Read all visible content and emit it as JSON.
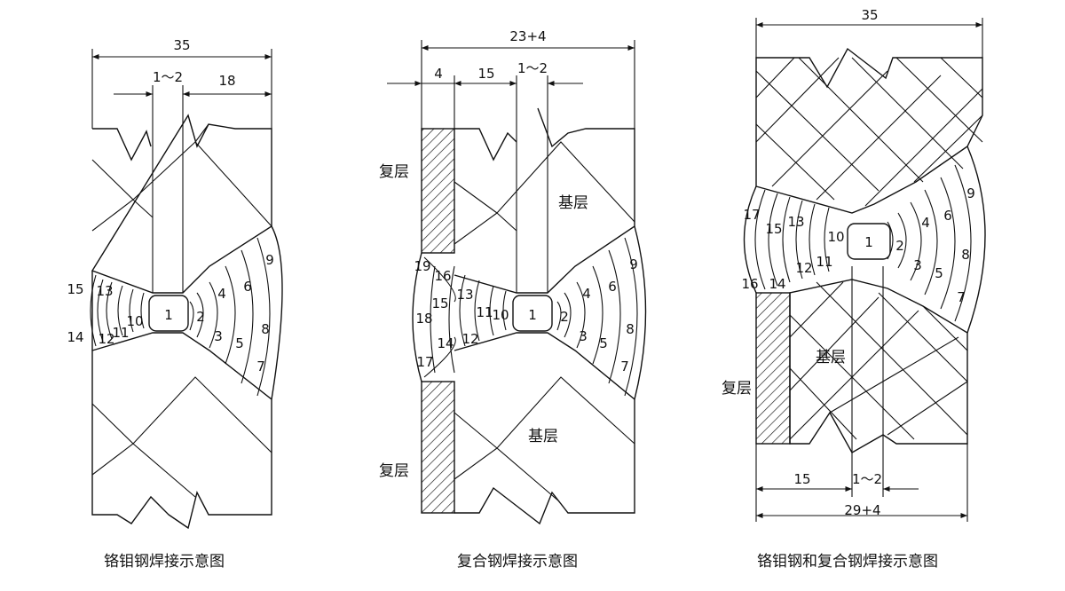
{
  "diagrams": [
    {
      "caption": "铬钼钢焊接示意图",
      "dims": {
        "total": "35",
        "gap": "1～2",
        "right": "18"
      },
      "bead_labels": [
        "1",
        "2",
        "3",
        "4",
        "5",
        "6",
        "7",
        "8",
        "9",
        "10",
        "11",
        "12",
        "13",
        "14",
        "15"
      ]
    },
    {
      "caption": "复合钢焊接示意图",
      "dims": {
        "total": "23+4",
        "clad": "4",
        "left": "15",
        "gap": "1～2"
      },
      "layer_labels": {
        "clad_top": "复层",
        "clad_bottom": "复层",
        "base_top": "基层",
        "base_bottom": "基层"
      },
      "bead_labels": [
        "1",
        "2",
        "3",
        "4",
        "5",
        "6",
        "7",
        "8",
        "9",
        "10",
        "11",
        "12",
        "13",
        "14",
        "15",
        "16",
        "17",
        "18",
        "19"
      ]
    },
    {
      "caption": "铬钼钢和复合钢焊接示意图",
      "dims": {
        "top_total": "35",
        "bottom_left": "15",
        "gap": "1～2",
        "bottom_total": "29+4"
      },
      "layer_labels": {
        "base": "基层",
        "clad": "复层"
      },
      "bead_labels": [
        "1",
        "2",
        "3",
        "4",
        "5",
        "6",
        "7",
        "8",
        "9",
        "10",
        "11",
        "12",
        "13",
        "14",
        "15",
        "16",
        "17"
      ]
    }
  ]
}
